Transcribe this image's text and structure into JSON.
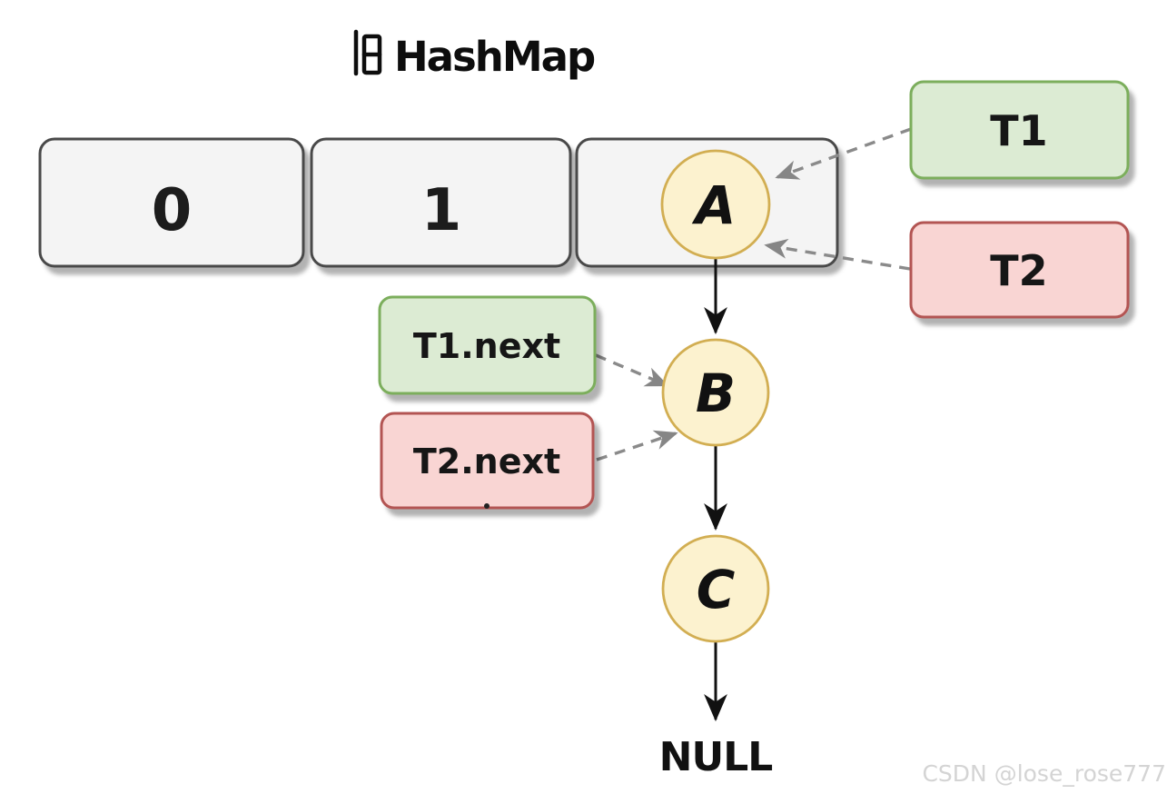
{
  "title": {
    "full": "旧 HashMap",
    "cjk": "旧",
    "latin": "HashMap"
  },
  "buckets": [
    {
      "label": "0"
    },
    {
      "label": "1"
    },
    {
      "label": "",
      "contains_node": "A"
    }
  ],
  "nodes": [
    {
      "label": "A"
    },
    {
      "label": "B"
    },
    {
      "label": "C"
    }
  ],
  "terminator": {
    "label": "NULL"
  },
  "thread_labels": {
    "t1": "T1",
    "t2": "T2",
    "t1_next": "T1.next",
    "t2_next": "T2.next"
  },
  "edges": [
    {
      "from": "T1",
      "to": "A",
      "style": "dashed"
    },
    {
      "from": "T2",
      "to": "A",
      "style": "dashed"
    },
    {
      "from": "T1.next",
      "to": "B",
      "style": "dashed"
    },
    {
      "from": "T2.next",
      "to": "B",
      "style": "dashed"
    },
    {
      "from": "A",
      "to": "B",
      "style": "solid"
    },
    {
      "from": "B",
      "to": "C",
      "style": "solid"
    },
    {
      "from": "C",
      "to": "NULL",
      "style": "solid"
    }
  ],
  "watermark": {
    "text": "CSDN @lose_rose777"
  },
  "colors": {
    "green_fill": "#dcebd3",
    "green_border": "#7bae5c",
    "red_fill": "#f9d5d3",
    "red_border": "#b35452",
    "yellow_fill": "#fcf2cf",
    "yellow_border": "#d2ae52",
    "bucket_fill": "#f4f4f4",
    "bucket_border": "#4a4a4a",
    "dashed_arrow": "#8a8a8a",
    "solid_arrow": "#111111",
    "watermark": "#d4d4d4"
  }
}
